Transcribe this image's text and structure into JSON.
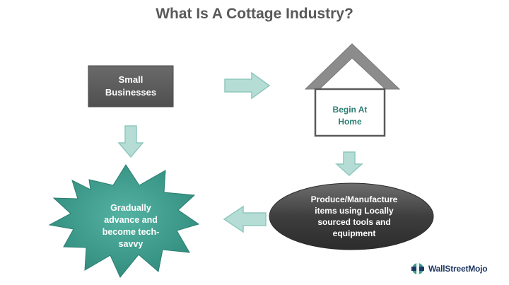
{
  "title": "What Is A Cottage Industry?",
  "nodes": {
    "small_businesses": {
      "line1": "Small",
      "line2": "Businesses"
    },
    "begin_at_home": {
      "line1": "Begin At",
      "line2": "Home"
    },
    "produce": {
      "line1": "Produce/Manufacture",
      "line2": "items using Locally",
      "line3": "sourced tools and",
      "line4": "equipment"
    },
    "advance": {
      "line1": "Gradually",
      "line2": "advance and",
      "line3": "become tech-",
      "line4": "savvy"
    }
  },
  "brand": {
    "text": "WallStreetMojo",
    "icon": "wallstreetmojo-logo-icon"
  },
  "colors": {
    "title": "#595959",
    "box": "#595959",
    "arrow_fill": "#b5ddd6",
    "arrow_stroke": "#8fc8be",
    "roof": "#8c8c8c",
    "house_border": "#595959",
    "home_text": "#2e7f73",
    "ellipse": "#404040",
    "star": "#3a9a8a",
    "brand_text": "#1f3864"
  }
}
